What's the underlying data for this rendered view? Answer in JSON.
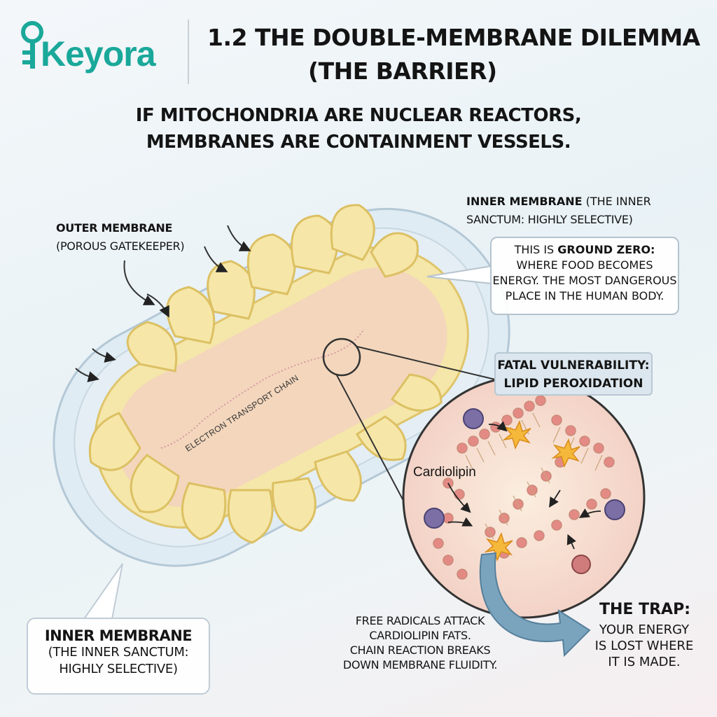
{
  "brand": {
    "name": "Keyora",
    "color": "#1aa89a"
  },
  "title": {
    "line1": "1.2 THE DOUBLE-MEMBRANE DILEMMA",
    "line2": "(THE BARRIER)"
  },
  "subtitle": {
    "line1": "IF MITOCHONDRIA ARE NUCLEAR REACTORS,",
    "line2": "MEMBRANES ARE CONTAINMENT VESSELS."
  },
  "outer_membrane": {
    "title": "OUTER MEMBRANE",
    "subtitle": "(POROUS GATEKEEPER)"
  },
  "inner_membrane_top": {
    "title": "INNER MEMBRANE",
    "suffix": " (THE INNER",
    "line2": "SANCTUM: HIGHLY SELECTIVE)"
  },
  "ground_zero": {
    "lead": "THIS IS ",
    "bold": "GROUND ZERO:",
    "line2": "WHERE FOOD BECOMES",
    "line3": "ENERGY. THE MOST DANGEROUS",
    "line4": "PLACE IN THE HUMAN BODY."
  },
  "etc_label": "ELECTRON TRANSPORT CHAIN",
  "vulnerability": {
    "line1": "FATAL VULNERABILITY:",
    "line2": "LIPID PEROXIDATION"
  },
  "cardiolipin_label": "Cardiolipin",
  "inner_membrane_bottom": {
    "title": "INNER MEMBRANE",
    "line2": "(THE INNER SANCTUM:",
    "line3": "HIGHLY SELECTIVE)"
  },
  "free_radicals": {
    "line1": "FREE RADICALS ATTACK",
    "line2": "CARDIOLIPIN FATS.",
    "line3": "CHAIN REACTION BREAKS",
    "line4": "DOWN MEMBRANE FLUIDITY."
  },
  "trap": {
    "title": "THE TRAP:",
    "line1": "YOUR ENERGY",
    "line2": "IS LOST WHERE",
    "line3": "IT IS MADE."
  },
  "colors": {
    "cristae_fill": "#f6e7a8",
    "cristae_stroke": "#e0c56a",
    "outer_fill": "#dbe9f1",
    "matrix": "#f4d7bb",
    "lipid_head": "#e08a84",
    "arrow_blue": "#6f9ab5"
  }
}
